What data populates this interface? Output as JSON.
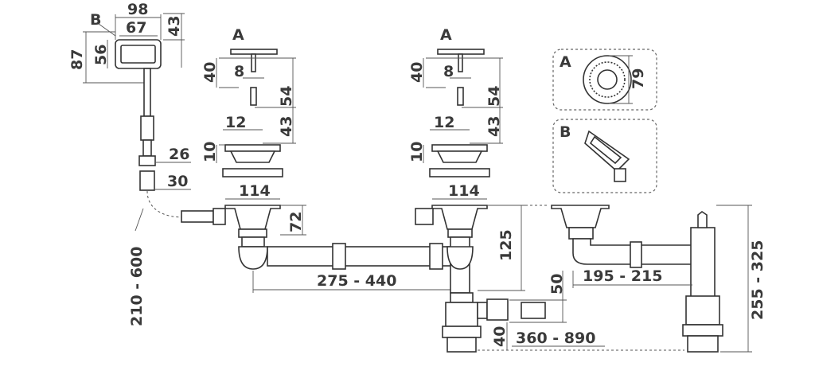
{
  "overflow_part": {
    "label": "B",
    "width_outer": "98",
    "width_inner": "67",
    "depth": "43",
    "height_outer": "87",
    "height_inner": "56"
  },
  "hose": {
    "fitting_1": "26",
    "fitting_2": "30",
    "length_range": "210 - 600"
  },
  "strainer_left": {
    "label": "A",
    "d1": "40",
    "d2": "8",
    "d3": "54",
    "d4": "12",
    "d5": "43",
    "d6": "10",
    "diameter": "114",
    "height": "72"
  },
  "strainer_right": {
    "label": "A",
    "d1": "40",
    "d2": "8",
    "d3": "54",
    "d4": "12",
    "d5": "43",
    "d6": "10",
    "diameter": "114",
    "height": "125"
  },
  "connector": {
    "length_range": "275 - 440"
  },
  "outlet": {
    "height": "50",
    "offset": "40",
    "length_range": "360 - 890"
  },
  "detail_a": {
    "label": "A",
    "diameter": "79"
  },
  "detail_b": {
    "label": "B"
  },
  "single_trap": {
    "width_range": "195 - 215",
    "height_range": "255 - 325"
  }
}
